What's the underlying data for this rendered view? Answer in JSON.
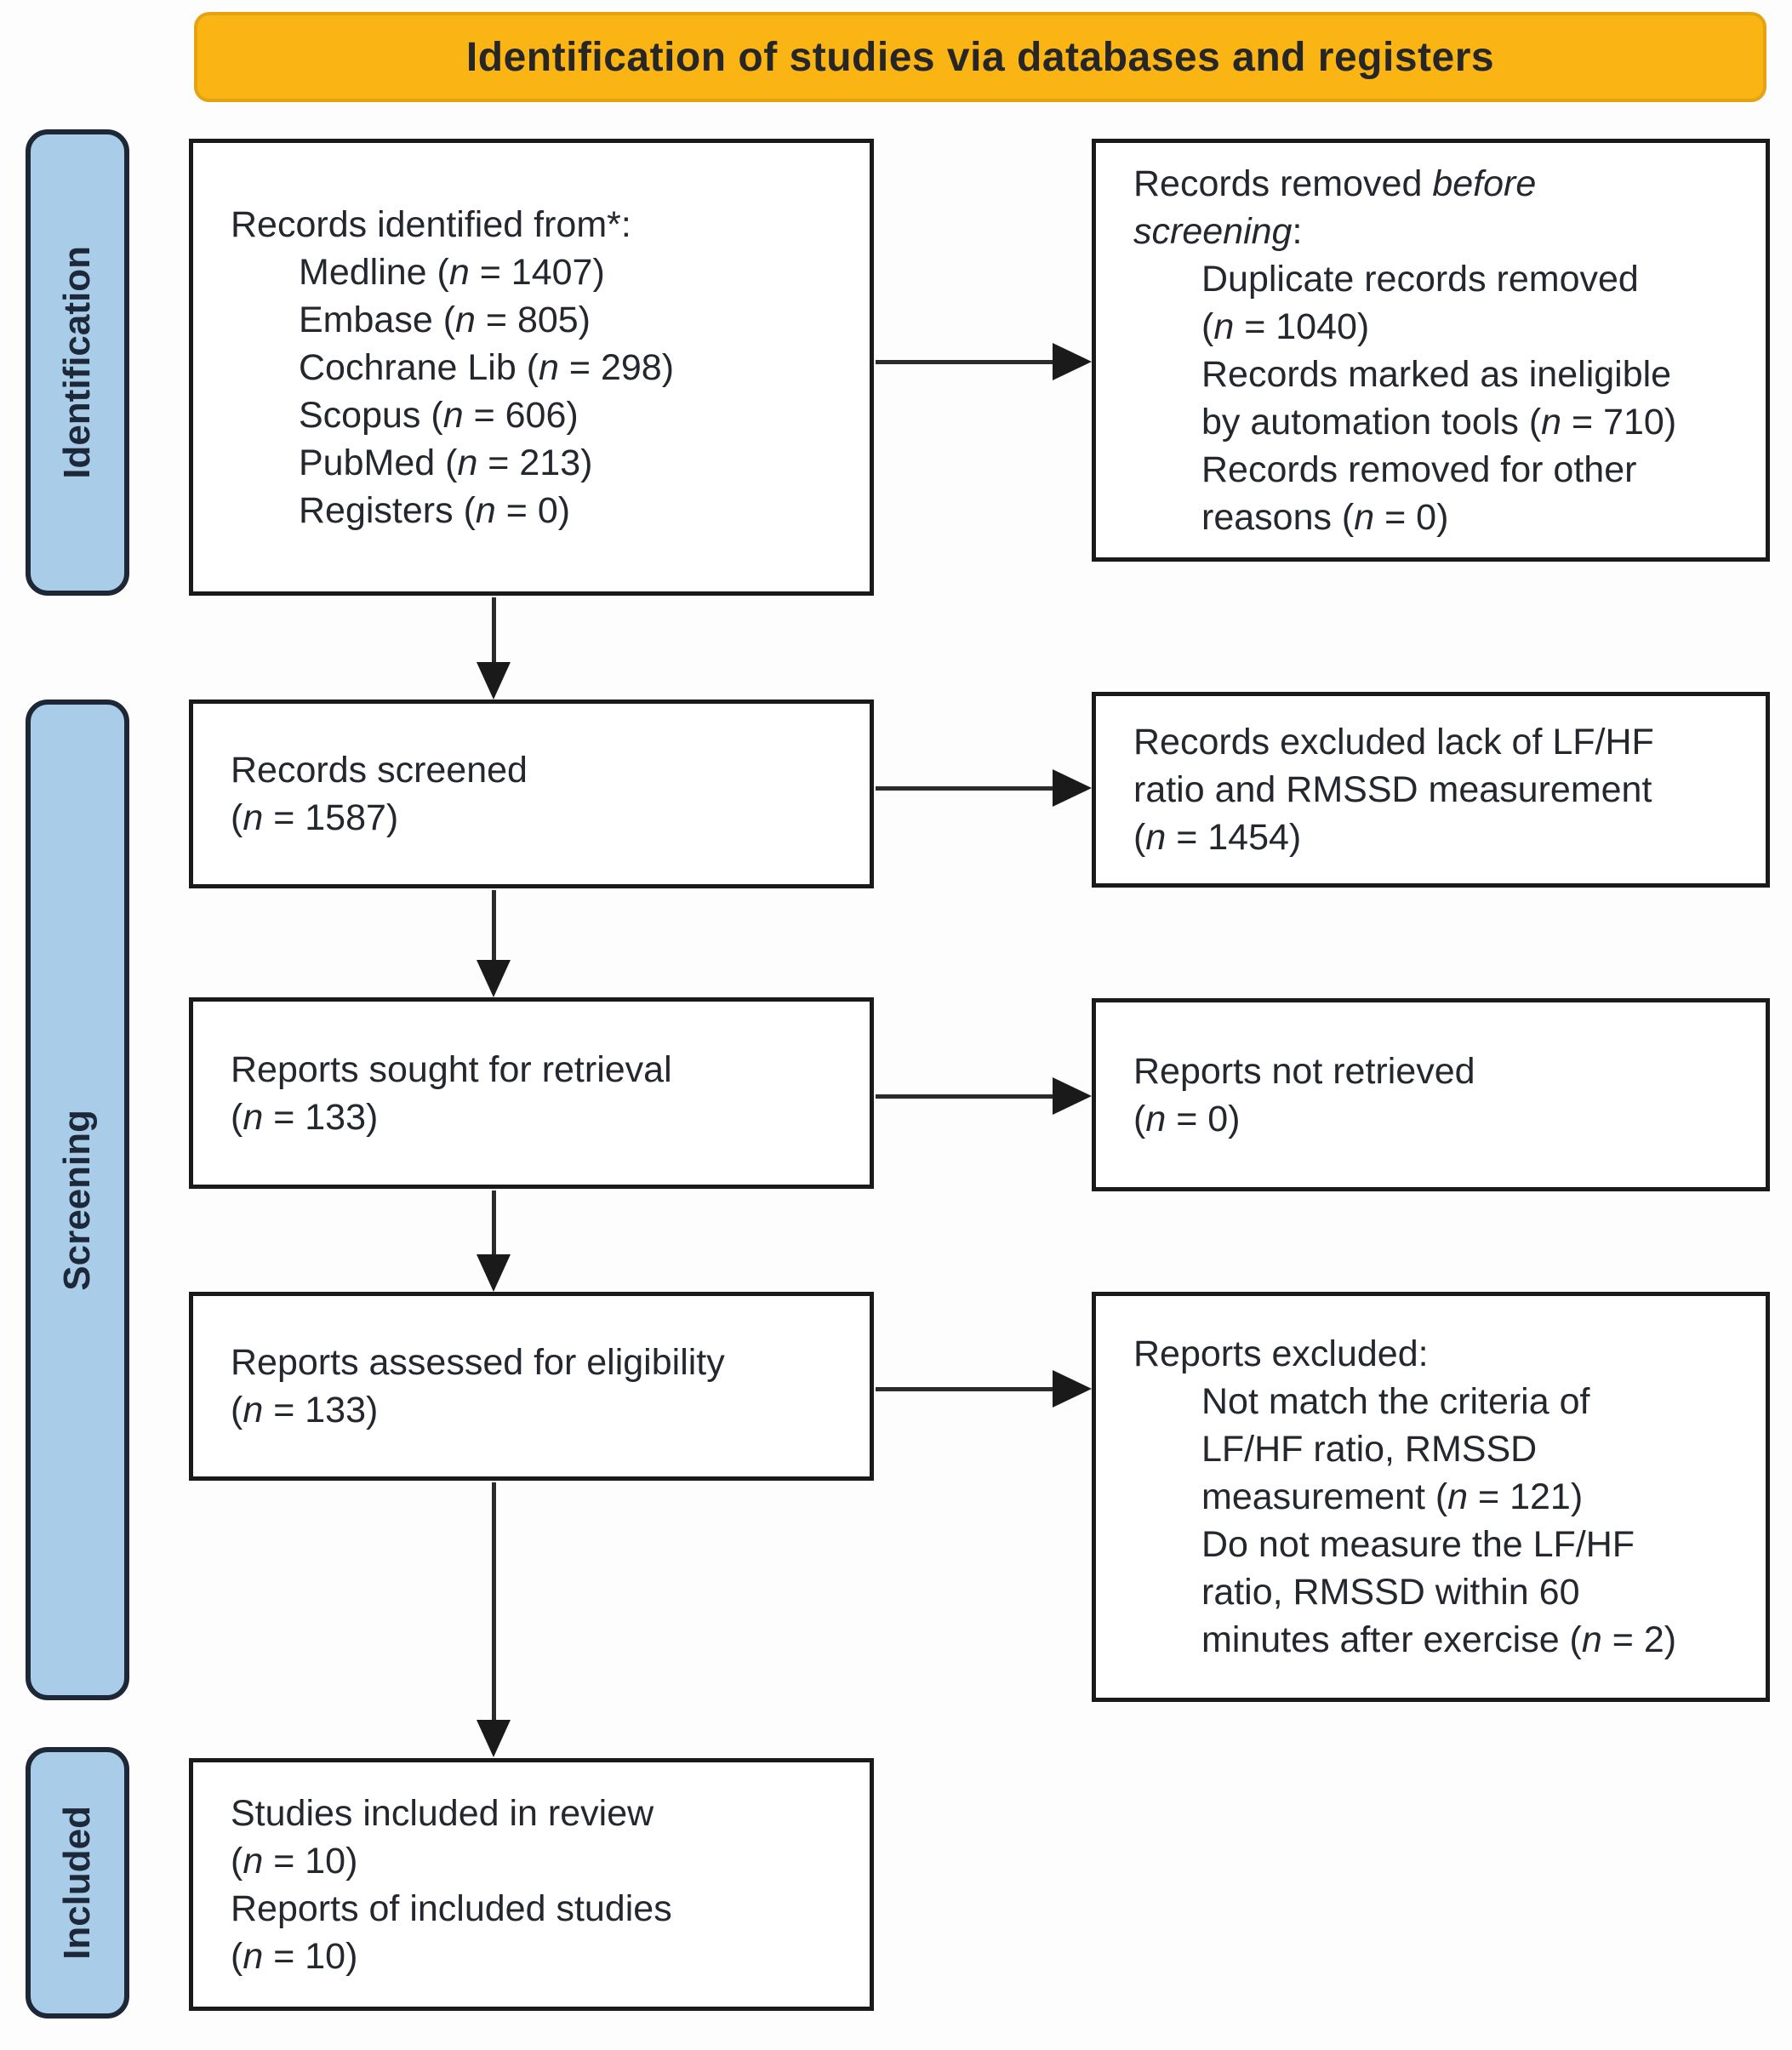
{
  "banner": {
    "label": "Identification of studies via databases and registers"
  },
  "stages": [
    {
      "label": "Identification"
    },
    {
      "label": "Screening"
    },
    {
      "label": "Included"
    }
  ],
  "colors": {
    "banner_fill": "#FAB515",
    "banner_border": "#E5A312",
    "stage_fill": "#A9CCE9",
    "stage_border": "#1E2735",
    "box_border": "#1A1A1A",
    "text": "#24272E"
  },
  "boxes": {
    "records_identified": {
      "lines": [
        {
          "ind": 0,
          "seg": [
            "Records identified from*:"
          ]
        },
        {
          "ind": 1,
          "seg": [
            "Medline (",
            {
              "i": "n"
            },
            " = 1407)"
          ]
        },
        {
          "ind": 1,
          "seg": [
            "Embase (",
            {
              "i": "n"
            },
            " = 805)"
          ]
        },
        {
          "ind": 1,
          "seg": [
            "Cochrane Lib (",
            {
              "i": "n"
            },
            " = 298)"
          ]
        },
        {
          "ind": 1,
          "seg": [
            "Scopus (",
            {
              "i": "n"
            },
            " = 606)"
          ]
        },
        {
          "ind": 1,
          "seg": [
            "PubMed (",
            {
              "i": "n"
            },
            " = 213)"
          ]
        },
        {
          "ind": 1,
          "seg": [
            "Registers (",
            {
              "i": "n"
            },
            " = 0)"
          ]
        }
      ]
    },
    "records_removed": {
      "lines": [
        {
          "ind": 0,
          "seg": [
            "Records removed ",
            {
              "i": "before"
            }
          ]
        },
        {
          "ind": 0,
          "seg": [
            {
              "i": "screening"
            },
            ":"
          ]
        },
        {
          "ind": 1,
          "seg": [
            "Duplicate records removed"
          ]
        },
        {
          "ind": 1,
          "seg": [
            "(",
            {
              "i": "n"
            },
            " = 1040)"
          ]
        },
        {
          "ind": 1,
          "seg": [
            "Records marked as ineligible"
          ]
        },
        {
          "ind": 1,
          "seg": [
            "by automation tools (",
            {
              "i": "n"
            },
            " = 710)"
          ]
        },
        {
          "ind": 1,
          "seg": [
            "Records removed for other"
          ]
        },
        {
          "ind": 1,
          "seg": [
            "reasons (",
            {
              "i": "n"
            },
            " = 0)"
          ]
        }
      ]
    },
    "records_screened": {
      "lines": [
        {
          "ind": 0,
          "seg": [
            "Records screened"
          ]
        },
        {
          "ind": 0,
          "seg": [
            "(",
            {
              "i": "n"
            },
            " = 1587)"
          ]
        }
      ]
    },
    "records_excluded": {
      "lines": [
        {
          "ind": 0,
          "seg": [
            "Records excluded lack of LF/HF"
          ]
        },
        {
          "ind": 0,
          "seg": [
            "ratio and RMSSD measurement"
          ]
        },
        {
          "ind": 0,
          "seg": [
            "(",
            {
              "i": "n"
            },
            " = 1454)"
          ]
        }
      ]
    },
    "reports_sought": {
      "lines": [
        {
          "ind": 0,
          "seg": [
            "Reports sought for retrieval"
          ]
        },
        {
          "ind": 0,
          "seg": [
            "(",
            {
              "i": "n"
            },
            " = 133)"
          ]
        }
      ]
    },
    "reports_not_retrieved": {
      "lines": [
        {
          "ind": 0,
          "seg": [
            "Reports not retrieved"
          ]
        },
        {
          "ind": 0,
          "seg": [
            "(",
            {
              "i": "n"
            },
            " = 0)"
          ]
        }
      ]
    },
    "reports_assessed": {
      "lines": [
        {
          "ind": 0,
          "seg": [
            "Reports assessed for eligibility"
          ]
        },
        {
          "ind": 0,
          "seg": [
            "(",
            {
              "i": "n"
            },
            " = 133)"
          ]
        }
      ]
    },
    "reports_excluded": {
      "lines": [
        {
          "ind": 0,
          "seg": [
            "Reports excluded:"
          ]
        },
        {
          "ind": 1,
          "seg": [
            "Not match the criteria of"
          ]
        },
        {
          "ind": 1,
          "seg": [
            "LF/HF ratio, RMSSD"
          ]
        },
        {
          "ind": 1,
          "seg": [
            "measurement (",
            {
              "i": "n"
            },
            " = 121)"
          ]
        },
        {
          "ind": 1,
          "seg": [
            "Do not measure the LF/HF"
          ]
        },
        {
          "ind": 1,
          "seg": [
            "ratio, RMSSD within 60"
          ]
        },
        {
          "ind": 1,
          "seg": [
            "minutes after exercise (",
            {
              "i": "n"
            },
            " = 2)"
          ]
        }
      ]
    },
    "studies_included": {
      "lines": [
        {
          "ind": 0,
          "seg": [
            "Studies included in review"
          ]
        },
        {
          "ind": 0,
          "seg": [
            "(",
            {
              "i": "n"
            },
            " = 10)"
          ]
        },
        {
          "ind": 0,
          "seg": [
            "Reports of included studies"
          ]
        },
        {
          "ind": 0,
          "seg": [
            "(",
            {
              "i": "n"
            },
            " = 10)"
          ]
        }
      ]
    }
  }
}
